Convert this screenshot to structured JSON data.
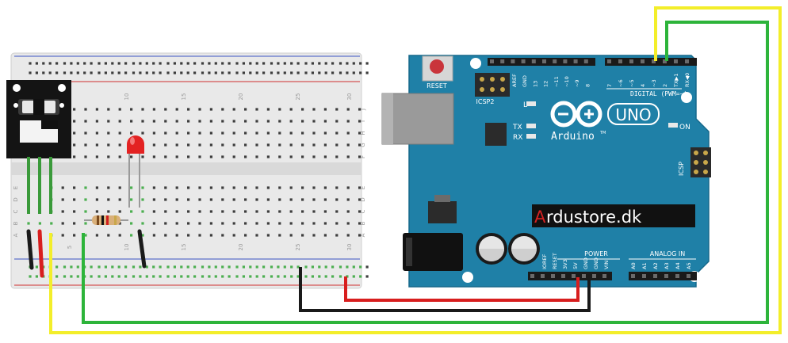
{
  "colors": {
    "board": "#1f7fa6",
    "board_edge": "#17698b",
    "breadboard": "#e8e8e8",
    "wire_yellow": "#f3ee2a",
    "wire_green": "#2db43a",
    "wire_red": "#d81e1e",
    "wire_black": "#1a1a1a",
    "led": "#e32222"
  },
  "breadboard": {
    "col_numbers": [
      "5",
      "10",
      "15",
      "20",
      "25",
      "30"
    ],
    "row_letters_top": [
      "J",
      "I",
      "H",
      "G",
      "F"
    ],
    "row_letters_bottom": [
      "E",
      "D",
      "C",
      "B",
      "A"
    ]
  },
  "arduino": {
    "reset_label": "RESET",
    "icsp2_label": "ICSP2",
    "icsp_label": "ICSP",
    "led_l": "L",
    "led_tx": "TX",
    "led_rx": "RX",
    "on_label": "ON",
    "brand": "Arduino",
    "tm": "TM",
    "model": "UNO",
    "digital_label": "DIGITAL (PWM=~)",
    "power_label": "POWER",
    "analog_label": "ANALOG IN",
    "top_pins_left": [
      "AREF",
      "GND",
      "13",
      "12",
      "~11",
      "~10",
      "~9",
      "8"
    ],
    "top_pins_right": [
      "7",
      "~6",
      "~5",
      "4",
      "~3",
      "2",
      "TX▶1",
      "RX◀0"
    ],
    "power_pins": [
      "IOREF",
      "RESET",
      "3V3",
      "5V",
      "GND",
      "GND",
      "VIN"
    ],
    "analog_pins": [
      "A0",
      "A1",
      "A2",
      "A3",
      "A4",
      "A5"
    ],
    "watermark_first": "A",
    "watermark_rest": "rdustore.dk"
  }
}
